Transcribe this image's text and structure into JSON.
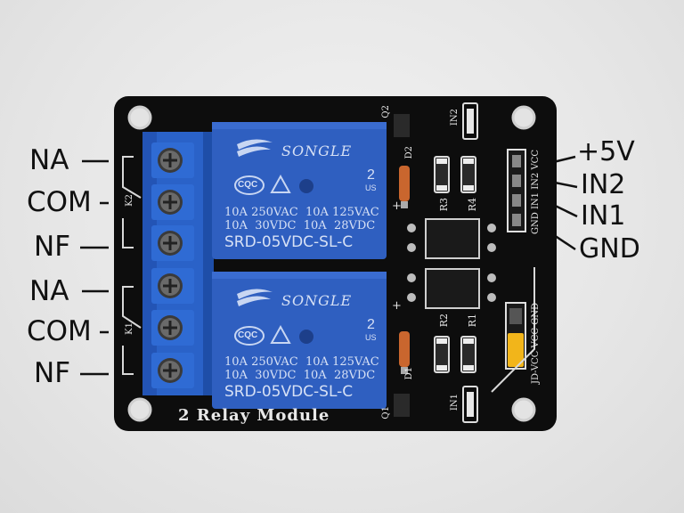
{
  "left_labels": [
    "NA",
    "COM",
    "NF",
    "NA",
    "COM",
    "NF"
  ],
  "right_labels": [
    "+5V",
    "IN2",
    "IN1",
    "GND"
  ],
  "board": {
    "title": "2 Relay Module",
    "header_pins_text": "GND IN1 IN2 VCC",
    "jumper_text": "JD-VCC VCC GND",
    "ref_labels": {
      "k1": "K1",
      "k2": "K2",
      "q1": "Q1",
      "q2": "Q2",
      "d1": "D1",
      "d2": "D2",
      "r1": "R1",
      "r2": "R2",
      "r3": "R3",
      "r4": "R4",
      "in1": "IN1",
      "in2": "IN2",
      "plus_top": "+",
      "plus_bottom": "+"
    }
  },
  "relays": [
    {
      "brand": "SONGLE",
      "cert": "CQC",
      "rating1": "10A 250VAC  10A 125VAC",
      "rating2": "10A  30VDC  10A  28VDC",
      "model": "SRD-05VDC-SL-C",
      "ul": "2",
      "us": "US"
    },
    {
      "brand": "SONGLE",
      "cert": "CQC",
      "rating1": "10A 250VAC  10A 125VAC",
      "rating2": "10A  30VDC  10A  28VDC",
      "model": "SRD-05VDC-SL-C",
      "ul": "2",
      "us": "US"
    }
  ],
  "colors": {
    "pcb": "#0d0d0d",
    "relay_blue": "#2f5fc0",
    "terminal_blue": "#2a62c8",
    "jumper": "#f2b51a",
    "background": "#e4e4e4"
  }
}
